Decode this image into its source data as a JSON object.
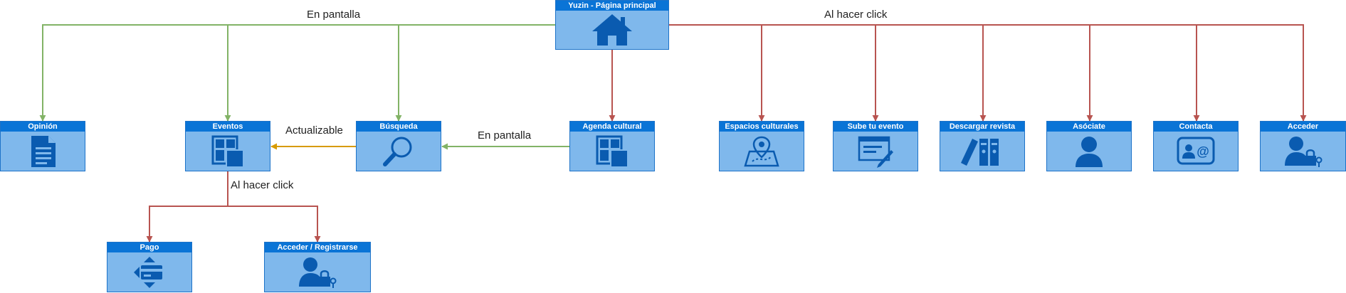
{
  "colors": {
    "green": "#82b366",
    "red": "#b85450",
    "orange": "#d79b00",
    "header": "#0a74d6",
    "body": "#7fb8ec",
    "icon": "#0a5bb0"
  },
  "nodes": {
    "home": {
      "label": "Yuzin - Página principal",
      "icon": "home-icon"
    },
    "opinion": {
      "label": "Opinión",
      "icon": "document-icon"
    },
    "eventos": {
      "label": "Eventos",
      "icon": "grid-layout-icon"
    },
    "busqueda": {
      "label": "Búsqueda",
      "icon": "search-icon"
    },
    "agenda": {
      "label": "Agenda cultural",
      "icon": "grid-layout-icon"
    },
    "espacios": {
      "label": "Espacios culturales",
      "icon": "map-pin-icon"
    },
    "sube": {
      "label": "Sube tu evento",
      "icon": "edit-window-icon"
    },
    "descargar": {
      "label": "Descargar revista",
      "icon": "binders-icon"
    },
    "asociate": {
      "label": "Asóciate",
      "icon": "user-icon"
    },
    "contacta": {
      "label": "Contacta",
      "icon": "contact-card-icon"
    },
    "acceder": {
      "label": "Acceder",
      "icon": "user-lock-icon"
    },
    "pago": {
      "label": "Pago",
      "icon": "payment-card-icon"
    },
    "acceder_registrarse": {
      "label": "Acceder / Registrarse",
      "icon": "user-lock-icon"
    }
  },
  "edge_labels": {
    "top_left": "En pantalla",
    "top_right": "Al hacer click",
    "actualizable": "Actualizable",
    "middle": "En pantalla",
    "eventos_click": "Al hacer click"
  }
}
